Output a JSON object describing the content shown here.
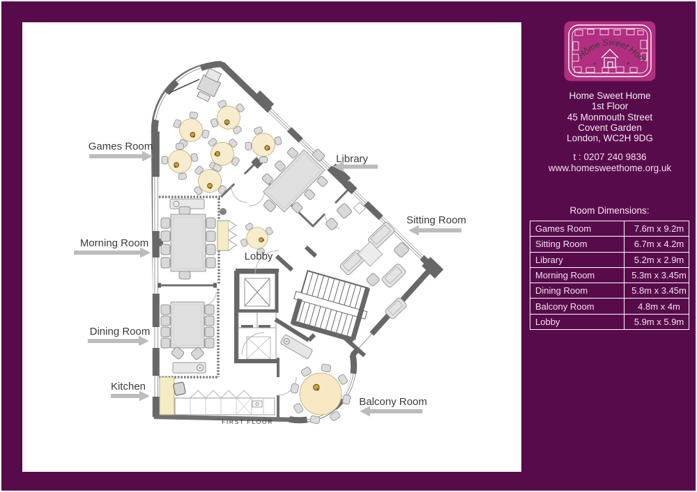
{
  "window": {
    "bg_color": "#580b4b",
    "panel_color": "#ffffff"
  },
  "branding": {
    "logo_text": "Home Sweet Home",
    "company": "Home Sweet Home",
    "address_line1": "1st Floor",
    "address_line2": "45 Monmouth Street",
    "address_line3": "Covent Garden",
    "address_line4": "London, WC2H 9DG",
    "phone": "t : 0207 240 9836",
    "website": "www.homesweethome.org.uk",
    "logo_pink": "#b12e80"
  },
  "floor_plan": {
    "title": "FIRST FLOOR",
    "labels": [
      {
        "text": "Games Room",
        "arrow": "right"
      },
      {
        "text": "Morning Room",
        "arrow": "right"
      },
      {
        "text": "Dining Room",
        "arrow": "right"
      },
      {
        "text": "Kitchen",
        "arrow": "right"
      },
      {
        "text": "Library",
        "arrow": "left"
      },
      {
        "text": "Sitting Room",
        "arrow": "left"
      },
      {
        "text": "Balcony Room",
        "arrow": "left"
      },
      {
        "text": "Lobby",
        "arrow": "none"
      }
    ],
    "colors": {
      "wall": "#6f6f6f",
      "round_table": "#f8ecce",
      "furniture": "#e0e0e0",
      "kitchen_counter": "#f6ecc3",
      "arrow": "#bcbcbc"
    }
  },
  "dimensions_table": {
    "title": "Room Dimensions:",
    "rows": [
      {
        "room": "Games Room",
        "size": "7.6m x 9.2m"
      },
      {
        "room": "Sitting Room",
        "size": "6.7m x 4.2m"
      },
      {
        "room": "Library",
        "size": "5.2m x 2.9m"
      },
      {
        "room": "Morning Room",
        "size": "5.3m x 3.45m"
      },
      {
        "room": "Dining Room",
        "size": "5.8m x 3.45m"
      },
      {
        "room": "Balcony Room",
        "size": "4.8m x 4m"
      },
      {
        "room": "Lobby",
        "size": "5.9m x 5.9m"
      }
    ]
  }
}
